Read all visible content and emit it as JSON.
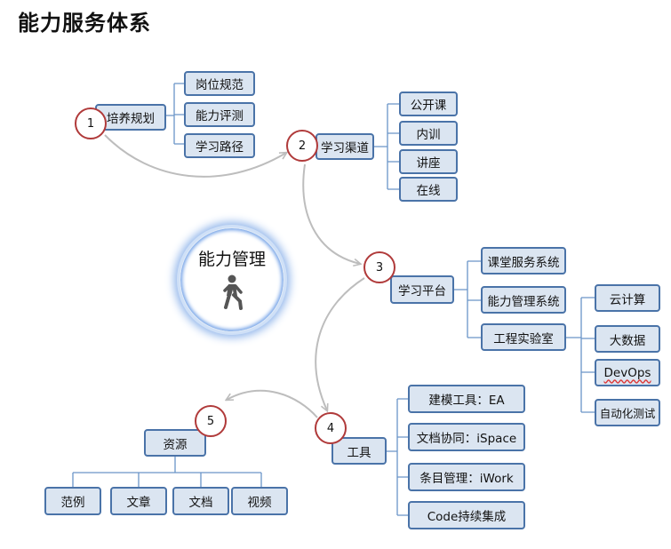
{
  "title": "能力服务体系",
  "hub": {
    "label": "能力管理",
    "icon": "walking-person-icon"
  },
  "nodes": [
    {
      "number": "1",
      "label": "培养规划",
      "children": [
        "岗位规范",
        "能力评测",
        "学习路径"
      ]
    },
    {
      "number": "2",
      "label": "学习渠道",
      "children": [
        "公开课",
        "内训",
        "讲座",
        "在线"
      ]
    },
    {
      "number": "3",
      "label": "学习平台",
      "children": [
        "课堂服务系统",
        "能力管理系统",
        "工程实验室"
      ],
      "lab_children": [
        "云计算",
        "大数据",
        "DevOps",
        "自动化测试"
      ]
    },
    {
      "number": "4",
      "label": "工具",
      "children": [
        "建模工具：EA",
        "文档协同：iSpace",
        "条目管理：iWork",
        "Code持续集成"
      ]
    },
    {
      "number": "5",
      "label": "资源",
      "children": [
        "范例",
        "文章",
        "文档",
        "视频"
      ]
    }
  ],
  "colors": {
    "box_fill": "#dbe5f1",
    "box_border": "#4a73a8",
    "circle_border": "#b03a3a",
    "arrow": "#bdbdbd",
    "connector": "#6a95c8"
  }
}
